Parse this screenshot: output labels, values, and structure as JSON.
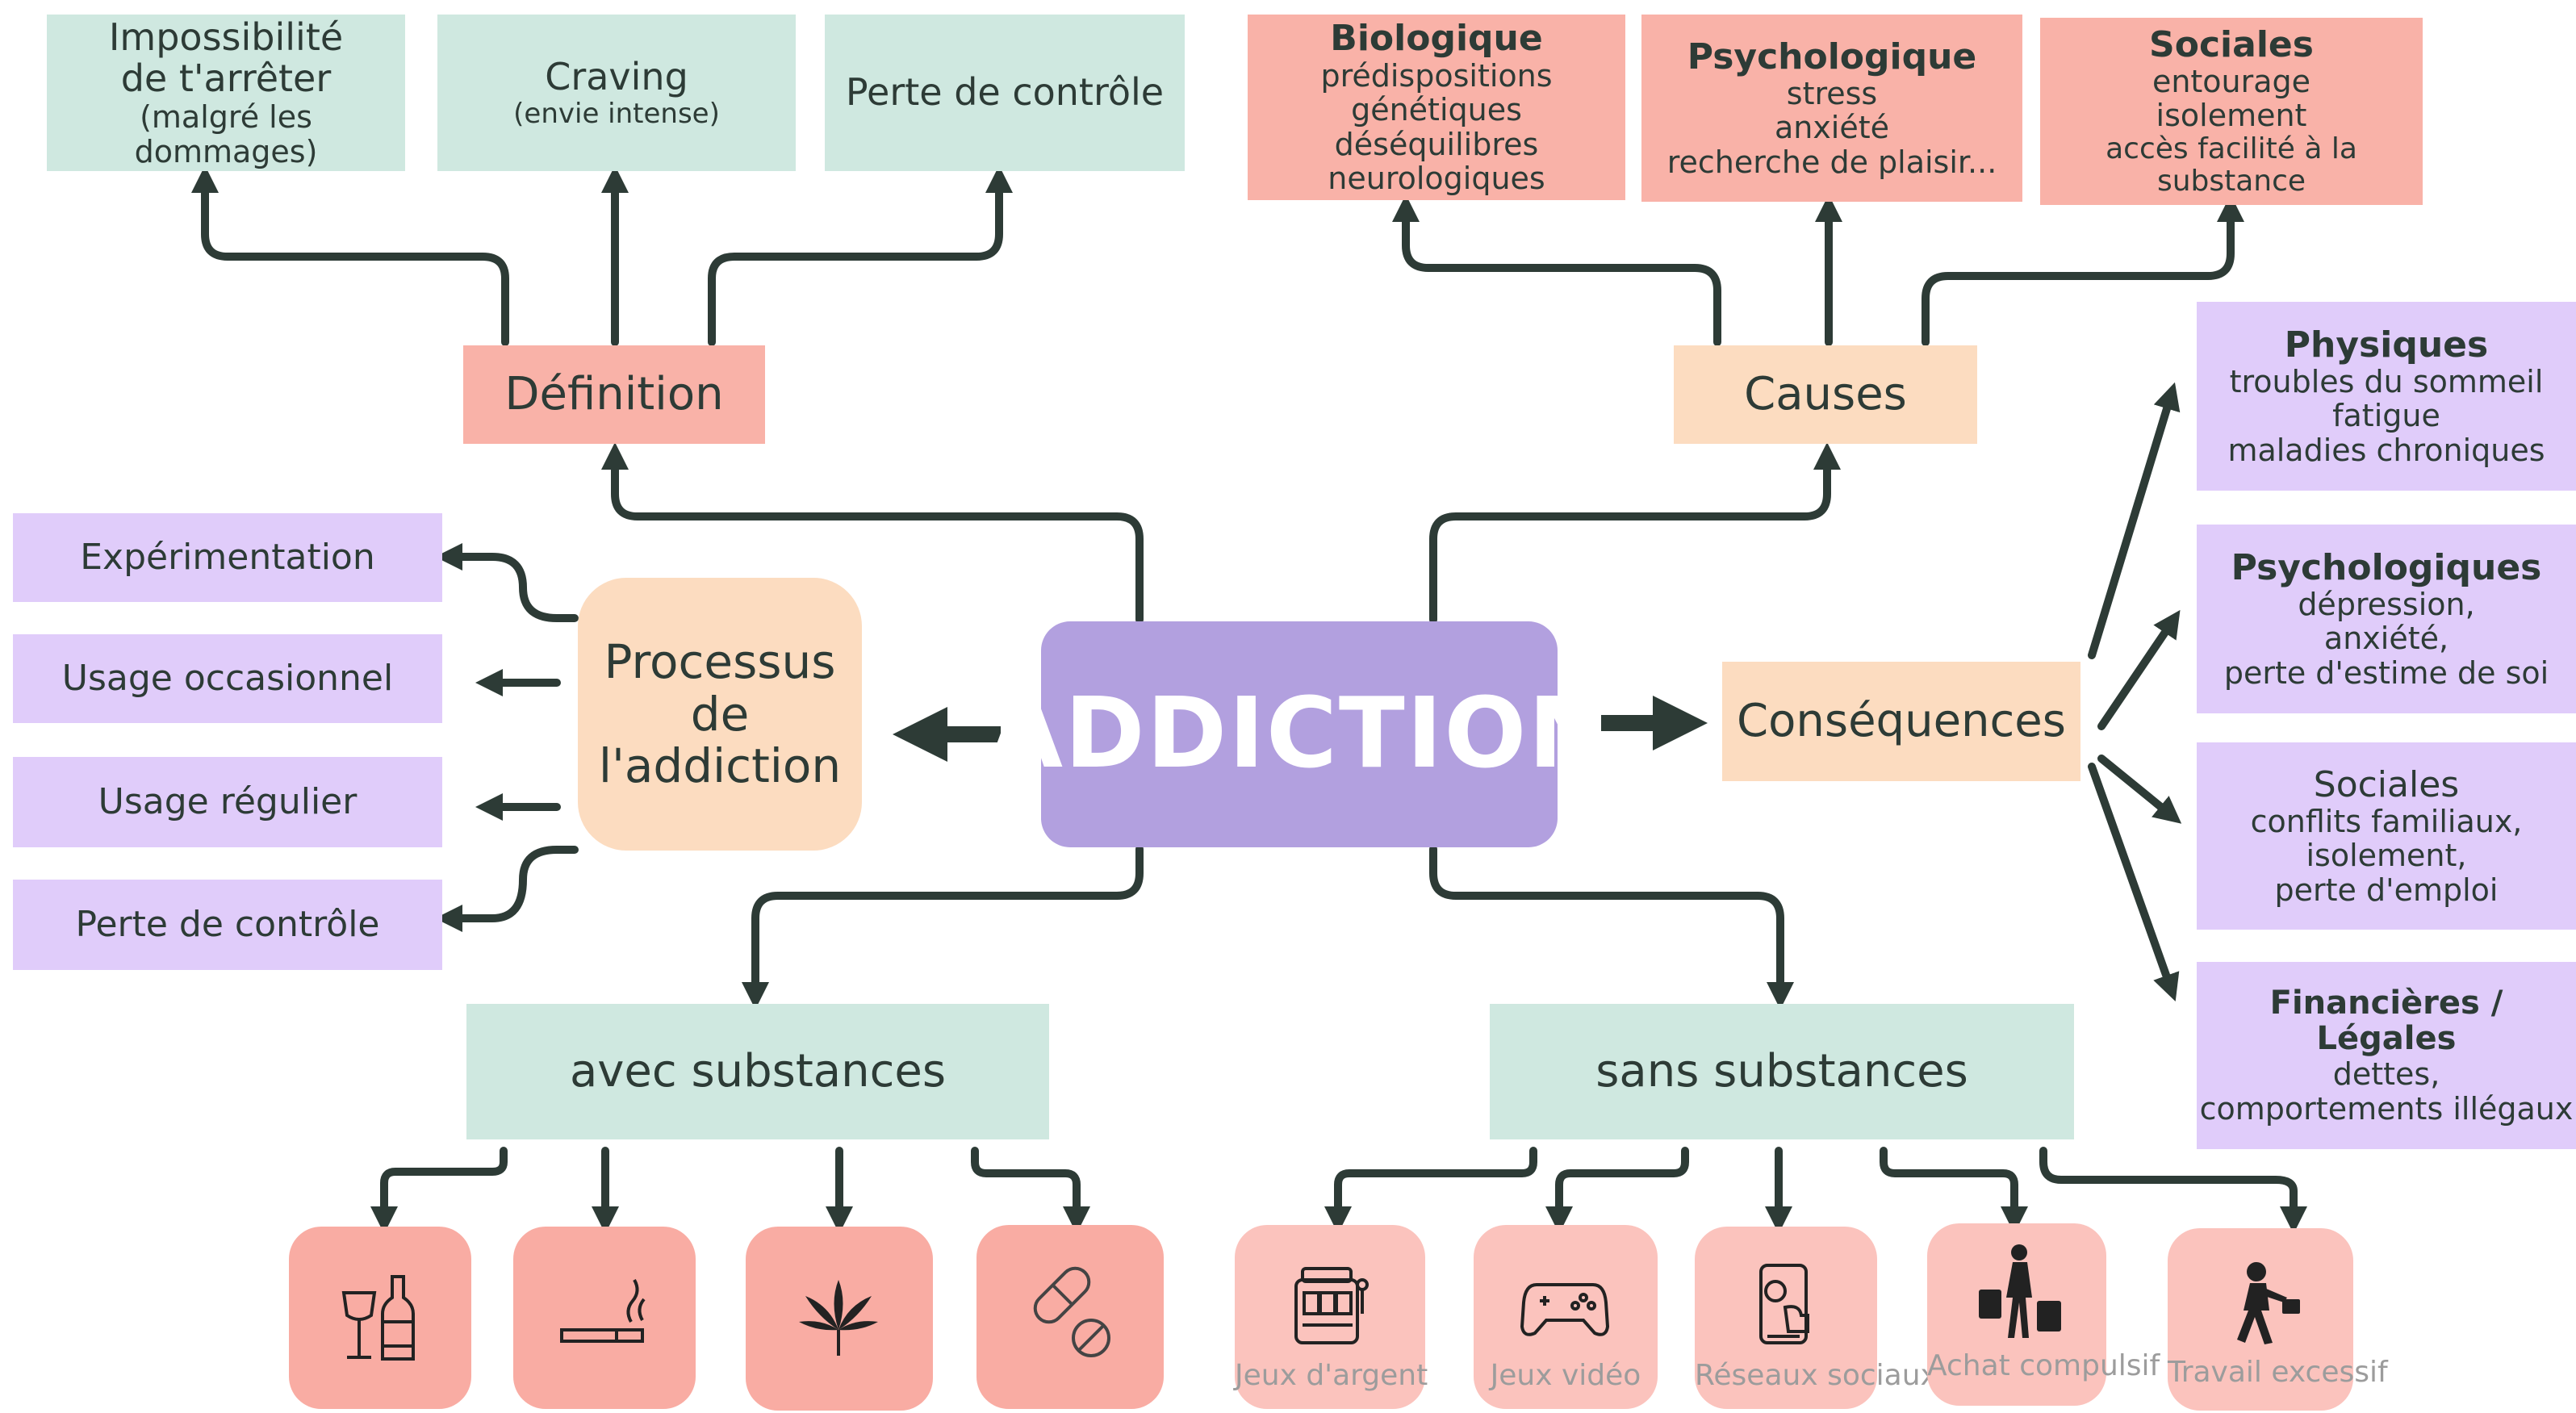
{
  "center": {
    "title": "ADDICTION"
  },
  "definition": {
    "label": "Définition",
    "items": [
      {
        "title": "Impossibilité de t'arrêter",
        "note": "(malgré les dommages)"
      },
      {
        "title": "Craving",
        "note": "(envie intense)"
      },
      {
        "title": "Perte de contrôle"
      }
    ]
  },
  "causes": {
    "label": "Causes",
    "items": [
      {
        "title": "Biologique",
        "lines": [
          "prédispositions génétiques",
          "déséquilibres neurologiques"
        ]
      },
      {
        "title": "Psychologique",
        "lines": [
          "stress",
          "anxiété",
          "recherche de plaisir..."
        ]
      },
      {
        "title": "Sociales",
        "lines": [
          "entourage",
          "isolement",
          "accès facilité à la substance"
        ]
      }
    ]
  },
  "process": {
    "label": "Processus de l'addiction",
    "steps": [
      "Expérimentation",
      "Usage occasionnel",
      "Usage régulier",
      "Perte de contrôle"
    ]
  },
  "consequences": {
    "label": "Conséquences",
    "items": [
      {
        "title": "Physiques",
        "lines": [
          "troubles du sommeil",
          "fatigue",
          "maladies chroniques"
        ]
      },
      {
        "title": "Psychologiques",
        "lines": [
          "dépression,",
          "anxiété,",
          "perte d'estime de soi"
        ]
      },
      {
        "title": "Sociales",
        "lines": [
          "conflits familiaux,",
          "isolement,",
          "perte d'emploi"
        ]
      },
      {
        "title": "Financières / Légales",
        "lines": [
          "dettes,",
          "comportements illégaux"
        ]
      }
    ]
  },
  "with_substances": {
    "label": "avec substances",
    "icons": [
      "wine-bottle-glass-icon",
      "cigarette-icon",
      "cannabis-leaf-icon",
      "pills-icon"
    ]
  },
  "without_substances": {
    "label": "sans substances",
    "items": [
      {
        "icon": "slot-machine-icon",
        "caption": "Jeux d'argent"
      },
      {
        "icon": "gamepad-icon",
        "caption": "Jeux vidéo"
      },
      {
        "icon": "phone-social-icon",
        "caption": "Réseaux sociaux"
      },
      {
        "icon": "shopping-bags-icon",
        "caption": "Achat compulsif"
      },
      {
        "icon": "running-businessman-icon",
        "caption": "Travail excessif"
      }
    ]
  },
  "colors": {
    "mint": "#cfe8e0",
    "salmon": "#f9b2a8",
    "peach": "#fcdcc0",
    "lilac": "#e0ccfa",
    "center": "#b2a0df",
    "line": "#2d3b36"
  }
}
